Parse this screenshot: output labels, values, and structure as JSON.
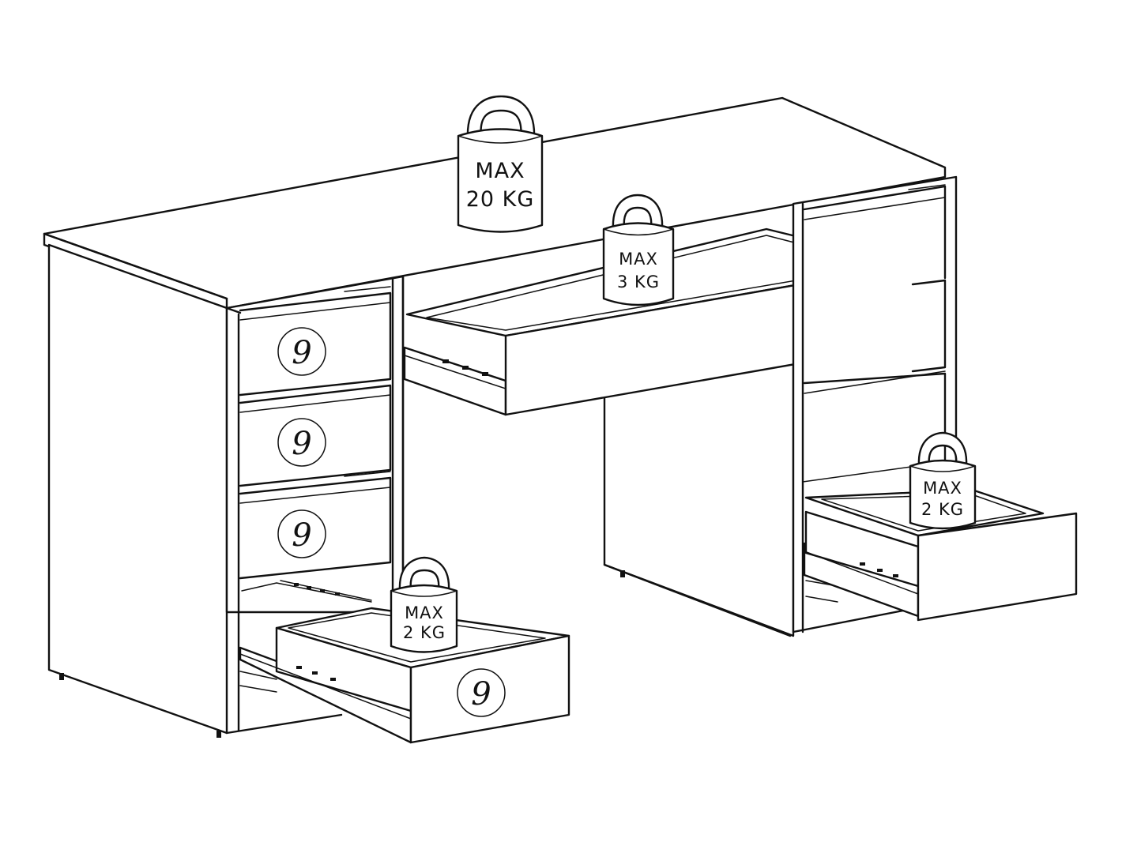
{
  "weights": {
    "top": {
      "line1": "MAX",
      "line2": "20 KG"
    },
    "middle_drawer": {
      "line1": "MAX",
      "line2": "3 KG"
    },
    "left_bottom_drawer": {
      "line1": "MAX",
      "line2": "2 KG"
    },
    "right_bottom_drawer": {
      "line1": "MAX",
      "line2": "2 KG"
    }
  },
  "drawer_glyph": "9",
  "colors": {
    "line": "#111111",
    "background": "#ffffff"
  }
}
